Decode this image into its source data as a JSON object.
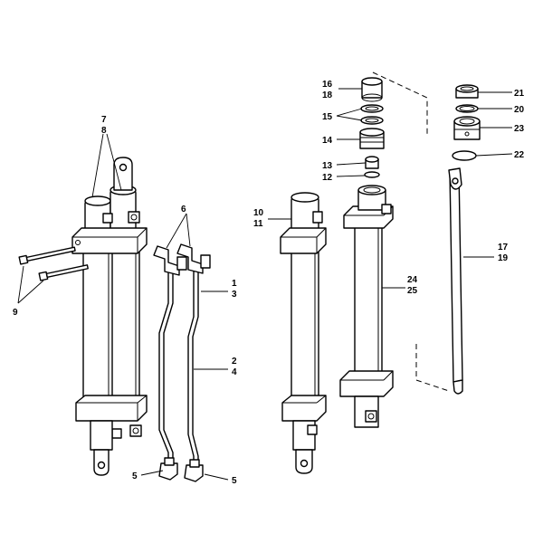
{
  "callouts": {
    "c7": "7",
    "c8": "8",
    "c6": "6",
    "c9": "9",
    "c1": "1",
    "c3": "3",
    "c2": "2",
    "c4": "4",
    "c5a": "5",
    "c5b": "5",
    "c10": "10",
    "c11": "11",
    "c16": "16",
    "c18": "18",
    "c15": "15",
    "c14": "14",
    "c13": "13",
    "c12": "12",
    "c24": "24",
    "c25": "25",
    "c21": "21",
    "c20": "20",
    "c23": "23",
    "c22": "22",
    "c17": "17",
    "c19": "19"
  }
}
